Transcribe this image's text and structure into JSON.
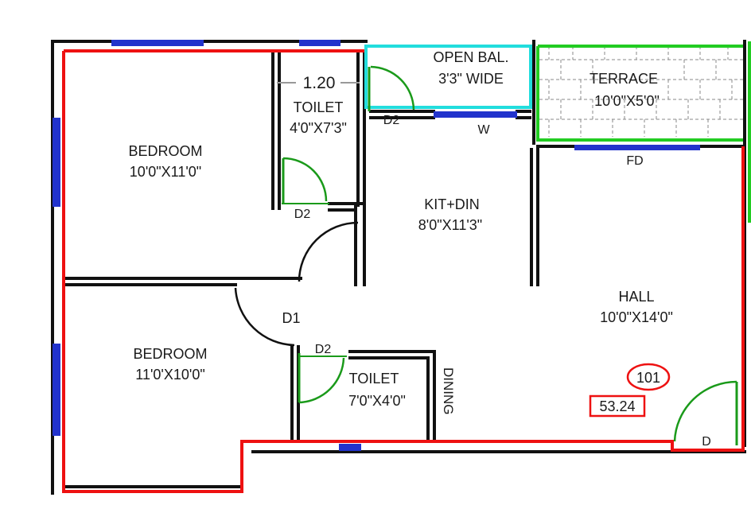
{
  "rooms": {
    "bedroom1": {
      "name": "BEDROOM",
      "size": "10'0\"X11'0\""
    },
    "bedroom2": {
      "name": "BEDROOM",
      "size": "11'0'X10'0\""
    },
    "toilet1": {
      "name": "TOILET",
      "size": "4'0\"X7'3\""
    },
    "toilet2": {
      "name": "TOILET",
      "size": "7'0\"X4'0\""
    },
    "open_balcony": {
      "name": "OPEN BAL.",
      "size": "3'3\" WIDE"
    },
    "terrace": {
      "name": "TERRACE",
      "size": "10'0\"X5'0\""
    },
    "kitchen_dining": {
      "name": "KIT+DIN",
      "size": "8'0\"X11'3\""
    },
    "hall": {
      "name": "HALL",
      "size": "10'0\"X14'0\""
    },
    "dining": {
      "name": "DINING"
    }
  },
  "doors": {
    "toilet1_door": "D2",
    "balcony_door": "D2",
    "toilet2_door": "D2",
    "bedroom_door": "D1",
    "main_door": "D"
  },
  "windows": {
    "kitchen_window": "W",
    "hall_french_door": "FD"
  },
  "annotations": {
    "dimension": "1.20",
    "unit_number": "101",
    "area": "53.24"
  },
  "colors": {
    "wall": "#111111",
    "boundary": "#ee1111",
    "terrace_outline": "#22cc22",
    "balcony_outline": "#22dddd",
    "window": "#2233cc",
    "door": "#1a9a1a"
  }
}
